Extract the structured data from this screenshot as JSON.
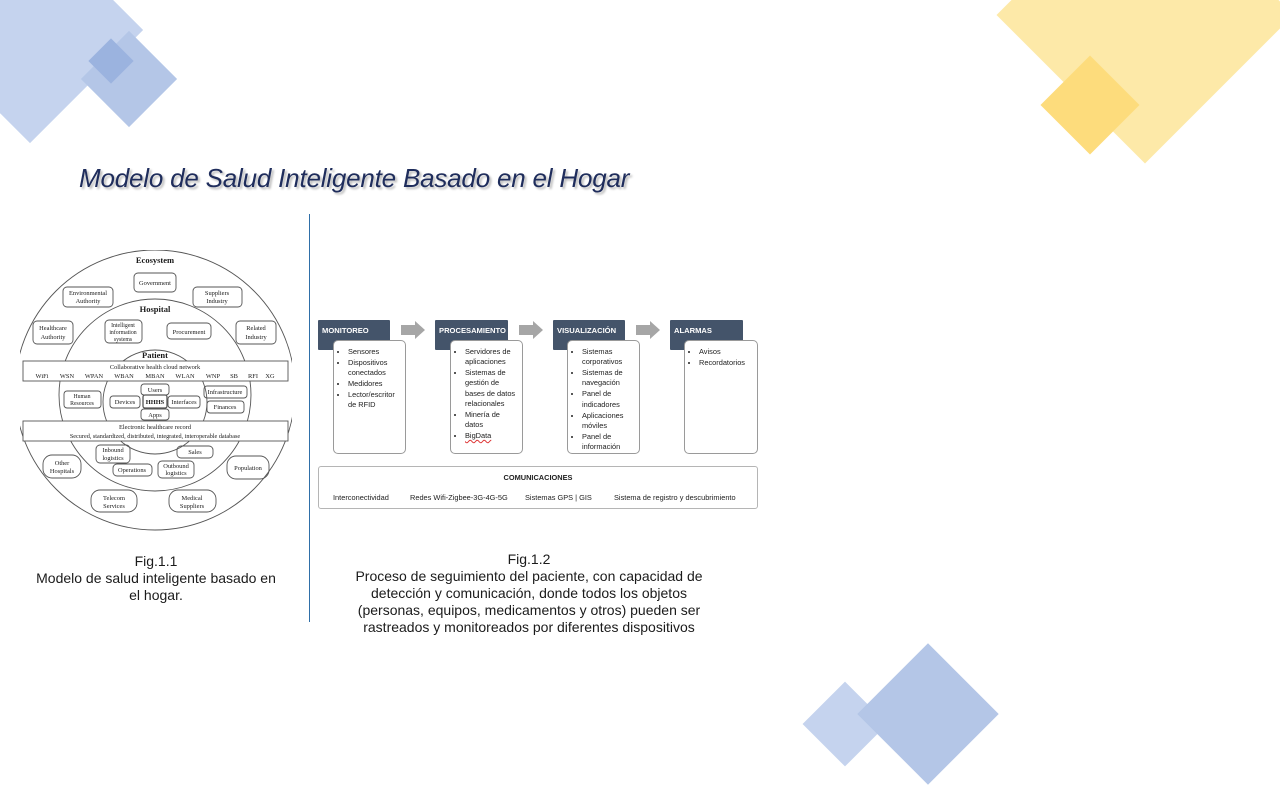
{
  "slide": {
    "title": "Modelo de Salud Inteligente Basado en el Hogar",
    "decor_colors": {
      "blue": "#b4c6e7",
      "blue_dark": "#8ea9db",
      "yellow": "#fde59a",
      "yellow_dark": "#fdd462"
    },
    "fig1": {
      "caption_line1": "Fig.1.1",
      "caption_line2": "Modelo de salud inteligente basado en",
      "caption_line3": "el hogar."
    },
    "fig2": {
      "caption_line1": "Fig.1.2",
      "caption_line2": "Proceso de seguimiento del paciente, con capacidad de",
      "caption_line3": "detección y comunicación, donde todos los objetos",
      "caption_line4": "(personas, equipos, medicamentos y otros) pueden ser",
      "caption_line5": "rastreados y monitoreados por diferentes dispositivos"
    }
  },
  "diagram1": {
    "ecosystem": "Ecosystem",
    "hospital": "Hospital",
    "patient": "Patient",
    "government": "Government",
    "suppliers_1": "Suppliers",
    "suppliers_2": "Industry",
    "env_1": "Environmental",
    "env_2": "Authority",
    "health_auth_1": "Healthcare",
    "health_auth_2": "Authority",
    "intel_1": "Intelligent",
    "intel_2": "information",
    "intel_3": "systems",
    "procurement": "Procurement",
    "related_1": "Related",
    "related_2": "Industry",
    "cloud_network": "Collaborative health cloud network",
    "networks": [
      "WiFi",
      "WSN",
      "WPAN",
      "WBAN",
      "MBAN",
      "WLAN",
      "WNP",
      "SB",
      "RFI",
      "XG"
    ],
    "users": "Users",
    "human_1": "Human",
    "human_2": "Resources",
    "devices": "Devices",
    "hhhs": "HHHS",
    "interfaces": "Interfaces",
    "infrastructure": "Infrastructure",
    "finances": "Finances",
    "apps": "Apps",
    "ehr_1": "Electronic healthcare record",
    "ehr_2": "Secured, standardized, distributed, integrated, interoperable database",
    "inbound_1": "Inbound",
    "inbound_2": "logistics",
    "sales": "Sales",
    "operations": "Operations",
    "outbound_1": "Outbound",
    "outbound_2": "logistics",
    "other_1": "Other",
    "other_2": "Hospitals",
    "population": "Population",
    "telecom_1": "Telecom",
    "telecom_2": "Services",
    "medical_1": "Medical",
    "medical_2": "Suppliers"
  },
  "diagram2": {
    "stages": [
      {
        "header": "MONITOREO",
        "items": [
          "Sensores",
          "Dispositivos conectados",
          "Medidores",
          "Lector/escritor de RFID"
        ]
      },
      {
        "header": "PROCESAMIENTO",
        "items": [
          "Servidores de aplicaciones",
          "Sistemas de gestión de bases de datos relacionales",
          "Minería de datos",
          "BigData"
        ]
      },
      {
        "header": "VISUALIZACIÓN",
        "items": [
          "Sistemas corporativos",
          "Sistemas de navegación",
          "Panel de indicadores",
          "Aplicaciones móviles",
          "Panel de información"
        ]
      },
      {
        "header": "ALARMAS",
        "items": [
          "Avisos",
          "Recordatorios"
        ]
      }
    ],
    "communications": {
      "title": "COMUNICACIONES",
      "items": [
        "Interconectividad",
        "Redes Wifi-Zigbee-3G-4G-5G",
        "Sistemas GPS | GIS",
        "Sistema de registro y descubrimiento"
      ]
    }
  }
}
